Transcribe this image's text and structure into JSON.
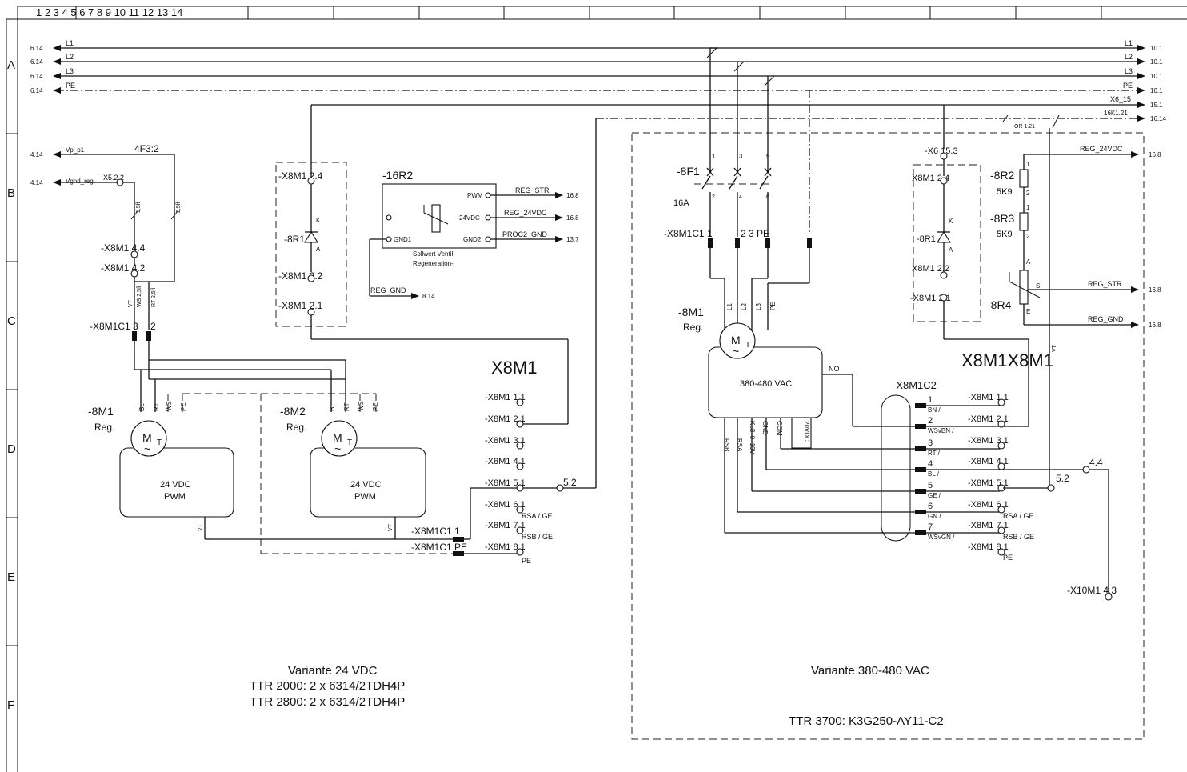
{
  "frame": {
    "columns": [
      "1",
      "2",
      "3",
      "4",
      "5",
      "6",
      "7",
      "8",
      "9",
      "10",
      "11",
      "12",
      "13",
      "14"
    ],
    "rows": [
      "A",
      "B",
      "C",
      "D",
      "E",
      "F"
    ]
  },
  "busbars": {
    "left_refs": [
      "6.14",
      "6.14",
      "6.14",
      "6.14"
    ],
    "labels": [
      "L1",
      "L2",
      "L3",
      "PE"
    ],
    "right_refs": [
      "10.1",
      "10.1",
      "10.1",
      "10.1"
    ],
    "x6_label": "X6_15",
    "x6_ref": "15.1",
    "k16_label": "16K1.21",
    "k16_ref": "16.14",
    "tiny_label": "OR 1.21"
  },
  "left_signals": {
    "vp_label": "Vp_p1",
    "vp_ref": "4.14",
    "vgnd_label": "Vgnd_reg",
    "vgnd_ref": "4.14",
    "x5_label": "-X5.2.2",
    "f3_label": "4F3:2",
    "wire1": "1,5fl",
    "wire2": "2,5fl"
  },
  "var24": {
    "x8m1_44": "-X8M1 4.4",
    "x8m1_42": "-X8M1 4.2",
    "conn_c1": "-X8M1C1 3",
    "conn_c1b": "2",
    "m1_label": "-8M1",
    "m1_sub": "Reg.",
    "m2_label": "-8M2",
    "m2_sub": "Reg.",
    "motor_M": "M",
    "motor_T": "T",
    "motor_tilde": "~",
    "wire_tags": [
      "BL",
      "RT",
      "WS",
      "PE"
    ],
    "unit_line1": "24 VDC",
    "unit_line2": "PWM",
    "vt": "VT",
    "conn_c1_1": "-X8M1C1 1",
    "conn_c1_pe": "-X8M1C1 PE",
    "tags_a": "VT",
    "tags_b": "WS 2,5fl",
    "tags_c": "RT 2,5fl",
    "caption1": "Variante 24 VDC",
    "caption2": "TTR 2000: 2 x 6314/2TDH4P",
    "caption3": "TTR 2800: 2 x 6314/2TDH4P"
  },
  "diode1": {
    "t24": "-X8M1 2.4",
    "r1": "-8R1",
    "k": "K",
    "a": "A",
    "t22": "-X8M1 2.2",
    "t21": "-X8M1 2.1"
  },
  "r16": {
    "label": "-16R2",
    "pwm": "PWM",
    "v24": "24VDC",
    "gnd1": "GND1",
    "gnd2": "GND2",
    "desc1": "Sollwert Ventil.",
    "desc2": "Regeneration-",
    "sig1": "REG_STR",
    "ref1": "16.8",
    "sig2": "REG_24VDC",
    "ref2": "16.8",
    "sig3": "PROC2_GND",
    "ref3": "13.7",
    "reg_gnd": "REG_GND",
    "reg_gnd_ref": "8.14"
  },
  "x8m1_block": {
    "title": "X8M1",
    "terminals": [
      "-X8M1 1.1",
      "-X8M1 2.1",
      "-X8M1 3.1",
      "-X8M1 4.1",
      "-X8M1 5.1",
      "-X8M1 6.1",
      "-X8M1 7.1",
      "-X8M1 8.1"
    ],
    "sub6": "RSA / GE",
    "sub7": "RSB / GE",
    "sub8": "PE",
    "junction": "5.2"
  },
  "var380": {
    "f1": "-8F1",
    "f1_rating": "16A",
    "f1_pins_top": [
      "1",
      "3",
      "5"
    ],
    "f1_pins_bot": [
      "2",
      "4",
      "6"
    ],
    "conn_c1": "-X8M1C1 1",
    "conn_c1b": "2 3 PE",
    "m1_label": "-8M1",
    "m1_sub": "Reg.",
    "wire_tags": [
      "L1",
      "L2",
      "L3",
      "PE"
    ],
    "unit": "380-480 VAC",
    "no": "NO",
    "bottom_tags": [
      "RSB",
      "RSA",
      "KL3_0_10V",
      "GND",
      "COM",
      "20VDC"
    ],
    "c2_label": "-X8M1C2",
    "c2_pins": [
      "1",
      "2",
      "3",
      "4",
      "5",
      "6",
      "7"
    ],
    "c2_colors": [
      "BN /",
      "WSvBN /",
      "RT /",
      "BL /",
      "GE /",
      "GN /",
      "WSvGN /"
    ],
    "terminals": [
      "-X8M1 1.1",
      "-X8M1 2.1",
      "-X8M1 3.1",
      "-X8M1 4.1",
      "-X8M1 5.1",
      "-X8M1 6.1",
      "-X8M1 7.1",
      "-X8M1 8.1"
    ],
    "sub6": "RSA / GE",
    "sub7": "RSB / GE",
    "sub8": "PE",
    "big_title": "X8M1X8M1",
    "x6_term": "-X6 15.3",
    "d_t24": "X8M1 2.4",
    "d_r1": "-8R1",
    "d_k": "K",
    "d_a": "A",
    "d_t22": "X8M1 2.2",
    "d_t21": "-X8M1 2.1",
    "r2": "-8R2",
    "r2_val": "5K9",
    "r3": "-8R3",
    "r3_val": "5K9",
    "r4": "-8R4",
    "r4_a": "A",
    "r4_s": "S",
    "r4_e": "E",
    "pin1": "1",
    "pin2": "2",
    "reg24": "REG_24VDC",
    "reg24_ref": "16.8",
    "regstr": "REG_STR",
    "regstr_ref": "16.8",
    "reggnd": "REG_GND",
    "reggnd_ref": "16.8",
    "j44": "4.4",
    "j52": "5.2",
    "x10": "-X10M1 4.3",
    "caption1": "Variante 380-480 VAC",
    "caption2": "TTR 3700: K3G250-AY11-C2",
    "tiny_vt": "VT"
  }
}
